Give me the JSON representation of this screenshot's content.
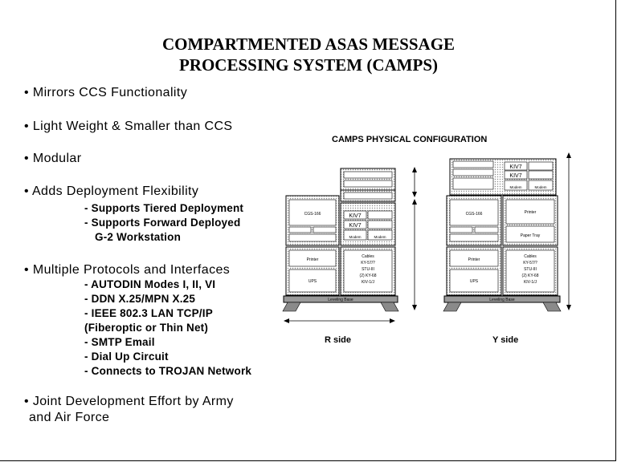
{
  "title": {
    "line1": "COMPARTMENTED ASAS MESSAGE",
    "line2": "PROCESSING SYSTEM (CAMPS)"
  },
  "bullets": {
    "b1": "• Mirrors CCS Functionality",
    "b2": "• Light Weight & Smaller than CCS",
    "b3": "• Modular",
    "b4": "• Adds Deployment Flexibility",
    "b4_sub": [
      "- Supports Tiered Deployment",
      "- Supports Forward Deployed",
      "G-2 Workstation"
    ],
    "b5": "• Multiple Protocols and Interfaces",
    "b5_sub": [
      "- AUTODIN Modes I, II, VI",
      "- DDN X.25/MPN X.25",
      "- IEEE 802.3 LAN TCP/IP",
      "(Fiberoptic or Thin Net)",
      "- SMTP Email",
      "- Dial Up Circuit",
      "- Connects to TROJAN Network"
    ],
    "b6": "• Joint Development Effort by Army",
    "b6_cont": "and Air Force"
  },
  "diagram": {
    "caption": "CAMPS PHYSICAL CONFIGURATION",
    "r_label": "R side",
    "y_label": "Y side",
    "unit_labels": {
      "cgs": "CGS-166",
      "printer": "Printer",
      "paper_tray": "Paper Tray",
      "ups": "UPS",
      "cables": "Cables",
      "cable_lines": [
        "KY-57/?",
        "STU-III",
        "(2) KY-68",
        "KIV-1/J"
      ],
      "kiv7": "KIV7",
      "modem": "Modem",
      "leveling_base": "Leveling Base"
    }
  }
}
